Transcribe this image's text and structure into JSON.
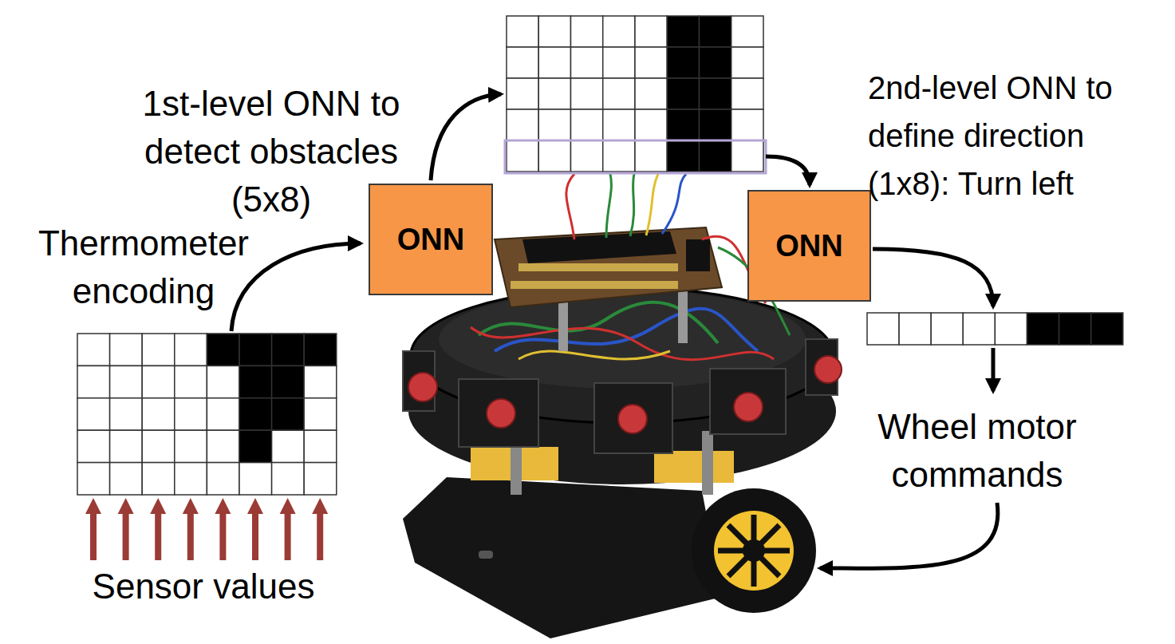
{
  "diagram": {
    "nodes": [
      {
        "text": [
          "ONN"
        ]
      },
      {
        "text": [
          "ONN"
        ]
      }
    ],
    "labels": [
      "1st-level ONN to detect obstacles (5x8)",
      "Thermometer encoding",
      "Sensor values",
      "2nd-level ONN to define direction (1x8): Turn left",
      "Wheel motor commands"
    ]
  }
}
